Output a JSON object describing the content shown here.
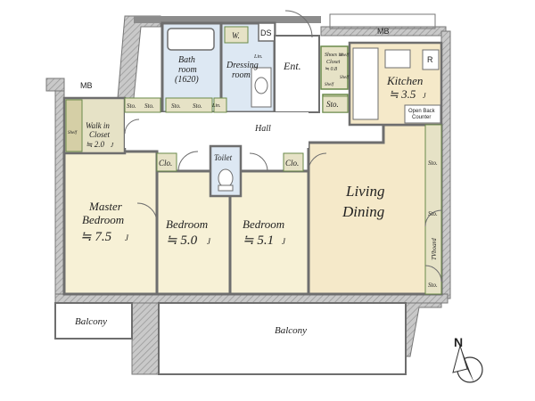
{
  "colors": {
    "wall": "#8c8c8c",
    "wall_dark": "#6e6e6e",
    "tatami": "#f7f1d6",
    "living": "#f5e9c9",
    "wet": "#dde8f3",
    "closet": "#e6e2c6",
    "storage_line": "#6a8a4a",
    "balcony": "#ffffff",
    "hatch": "#a8a8a8"
  },
  "labels": {
    "mb_top": "MB",
    "mb_left": "MB",
    "ds": "DS",
    "w": "W.",
    "lin1": "Lin.",
    "lin2": "Lin.",
    "bath_line1": "Bath",
    "bath_line2": "room",
    "bath_line3": "(1620)",
    "dressing_line1": "Dressing",
    "dressing_line2": "room",
    "ent": "Ent.",
    "shoes_line1": "Shoes in",
    "shoes_line2": "Closet",
    "shoes_line3": "≒ 0.8",
    "shelf1": "Shelf",
    "shelf2": "Shelf",
    "shelf3": "Shelf",
    "shelf4": "Shelf",
    "r": "R",
    "kitchen": "Kitchen",
    "kitchen_size": "≒ 3.5",
    "j": "J",
    "open_back_line1": "Open Back",
    "open_back_line2": "Counter",
    "walkin_line1": "Walk in",
    "walkin_line2": "Closet",
    "walkin_size": "≒ 2.0",
    "sto": "Sto.",
    "hall": "Hall",
    "toilet": "Toilet",
    "clo": "Clo.",
    "master_line1": "Master",
    "master_line2": "Bedroom",
    "master_size": "≒ 7.5",
    "bed1_line1": "Bedroom",
    "bed1_size": "≒ 5.0",
    "bed2_line1": "Bedroom",
    "bed2_size": "≒ 5.1",
    "living_line1": "Living",
    "living_line2": "Dining",
    "tv_board": "TVboard",
    "balcony_left": "Balcony",
    "balcony_main": "Balcony",
    "north": "N"
  }
}
